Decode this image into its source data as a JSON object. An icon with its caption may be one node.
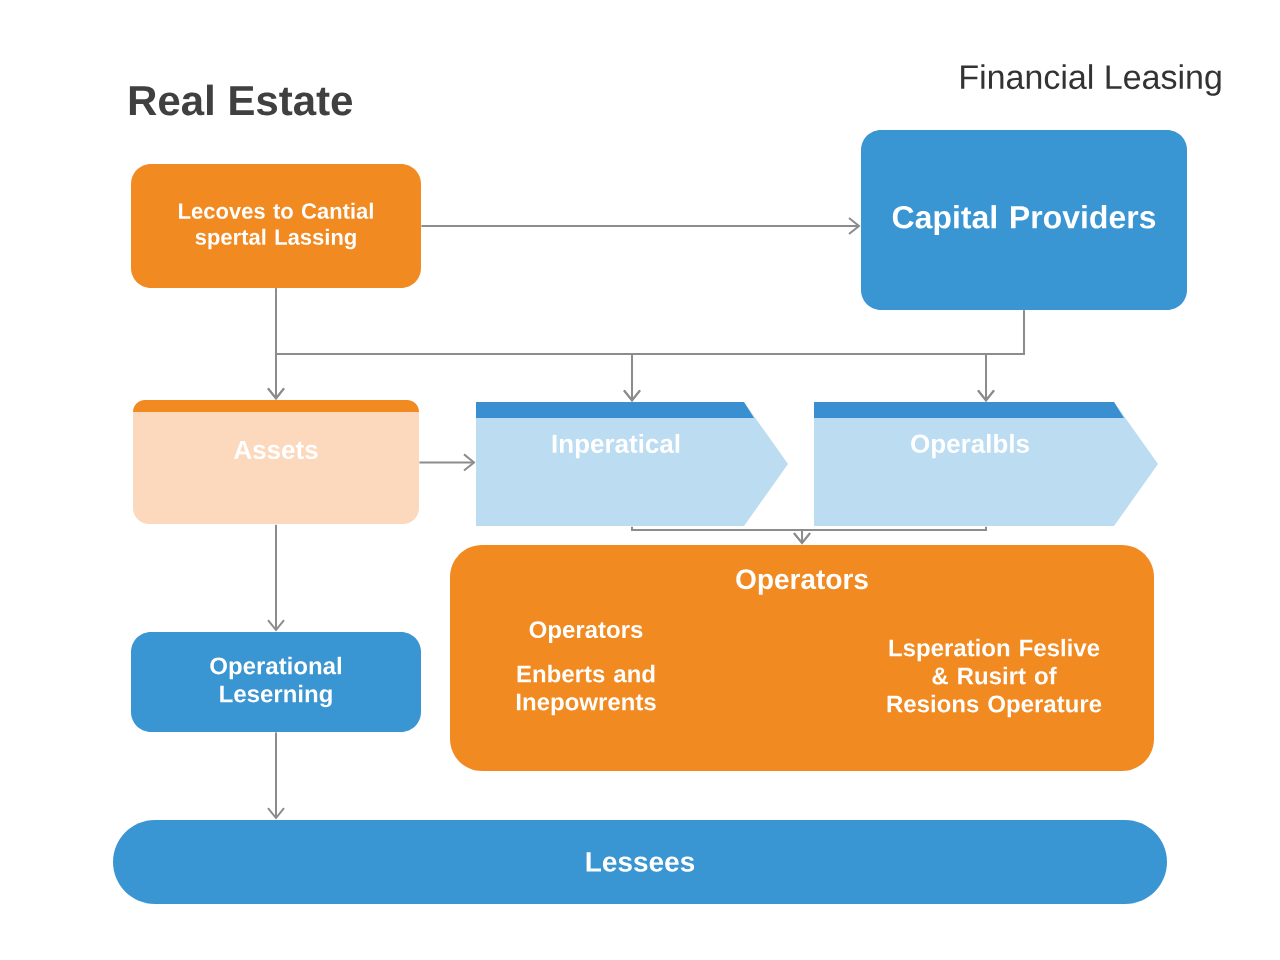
{
  "diagram": {
    "title": "Real Estate",
    "nodes": [
      {
        "text": [
          "Lecoves to Cantial spertal Lassing"
        ]
      },
      {
        "text": [
          "Capital Providers"
        ]
      },
      {
        "text": [
          "Assets"
        ]
      },
      {
        "text": [
          "Inperatical"
        ]
      },
      {
        "text": [
          "Operalbls"
        ]
      },
      {
        "text": [
          "Operators",
          "Operators",
          "Enberts and Inepowrents",
          "Lsperation Feslive & Rusirt of Resions Operature"
        ]
      },
      {
        "text": [
          "Operational Leserning"
        ]
      },
      {
        "text": [
          "Lessees"
        ]
      }
    ],
    "edges": [
      {
        "from": 0,
        "to": 1,
        "arrow": "to"
      },
      {
        "from": 0,
        "to": 2,
        "arrow": "to"
      },
      {
        "from": 0,
        "to": 3,
        "arrow": "to"
      },
      {
        "from": 0,
        "to": 4,
        "arrow": "to"
      },
      {
        "from": 1,
        "to": 2,
        "arrow": "to"
      },
      {
        "from": 1,
        "to": 3,
        "arrow": "to"
      },
      {
        "from": 1,
        "to": 4,
        "arrow": "to"
      },
      {
        "from": 2,
        "to": 3,
        "arrow": "to"
      },
      {
        "from": 3,
        "to": 5,
        "arrow": "to"
      },
      {
        "from": 4,
        "to": 5,
        "arrow": "to"
      },
      {
        "from": 2,
        "to": 6,
        "arrow": "to"
      },
      {
        "from": 6,
        "to": 7,
        "arrow": "to"
      }
    ],
    "labels": [
      "Financial Leasing"
    ]
  }
}
